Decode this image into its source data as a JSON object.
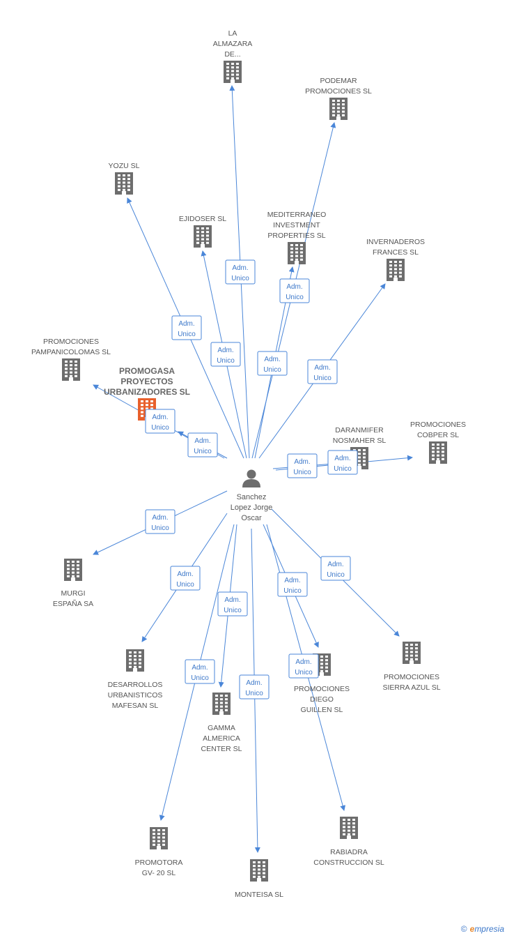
{
  "person": {
    "lines": [
      "Sanchez",
      "Lopez Jorge",
      "Oscar"
    ]
  },
  "relation_lines": [
    "Adm.",
    "Unico"
  ],
  "colors": {
    "edge": "#4a86d8",
    "building": "#6d6d6d",
    "highlight": "#e8602c"
  },
  "companies": [
    {
      "id": "la-almazara",
      "lines": [
        "LA",
        "ALMAZARA",
        "DE..."
      ]
    },
    {
      "id": "podemar",
      "lines": [
        "PODEMAR",
        "PROMOCIONES SL"
      ]
    },
    {
      "id": "yozu",
      "lines": [
        "YOZU SL"
      ]
    },
    {
      "id": "ejidoser",
      "lines": [
        "EJIDOSER SL"
      ]
    },
    {
      "id": "mediterraneo",
      "lines": [
        "MEDITERRANEO",
        "INVESTMENT",
        "PROPERTIES SL"
      ]
    },
    {
      "id": "invernaderos",
      "lines": [
        "INVERNADEROS",
        "FRANCES SL"
      ]
    },
    {
      "id": "pampanicolomas",
      "lines": [
        "PROMOCIONES",
        "PAMPANICOLOMAS SL"
      ]
    },
    {
      "id": "promogasa",
      "lines": [
        "PROMOGASA",
        "PROYECTOS",
        "URBANIZADORES SL"
      ],
      "main": true
    },
    {
      "id": "daranmifer",
      "lines": [
        "DARANMIFER",
        "NOSMAHER SL"
      ]
    },
    {
      "id": "cobper",
      "lines": [
        "PROMOCIONES",
        "COBPER SL"
      ]
    },
    {
      "id": "murgi",
      "lines": [
        "MURGI",
        "ESPAÑA SA"
      ]
    },
    {
      "id": "desarrollos",
      "lines": [
        "DESARROLLOS",
        "URBANISTICOS",
        "MAFESAN SL"
      ]
    },
    {
      "id": "gamma",
      "lines": [
        "GAMMA",
        "ALMERICA",
        "CENTER SL"
      ]
    },
    {
      "id": "diego-guillen",
      "lines": [
        "PROMOCIONES",
        "DIEGO",
        "GUILLEN SL"
      ]
    },
    {
      "id": "sierra-azul",
      "lines": [
        "PROMOCIONES",
        "SIERRA AZUL SL"
      ]
    },
    {
      "id": "promotora-gv",
      "lines": [
        "PROMOTORA",
        "GV- 20 SL"
      ]
    },
    {
      "id": "monteisa",
      "lines": [
        "MONTEISA SL"
      ]
    },
    {
      "id": "rabiadra",
      "lines": [
        "RABIADRA",
        "CONSTRUCCION SL"
      ]
    }
  ],
  "footer": {
    "copyright": "©",
    "brand_initial": "e",
    "brand_rest": "mpresia"
  }
}
